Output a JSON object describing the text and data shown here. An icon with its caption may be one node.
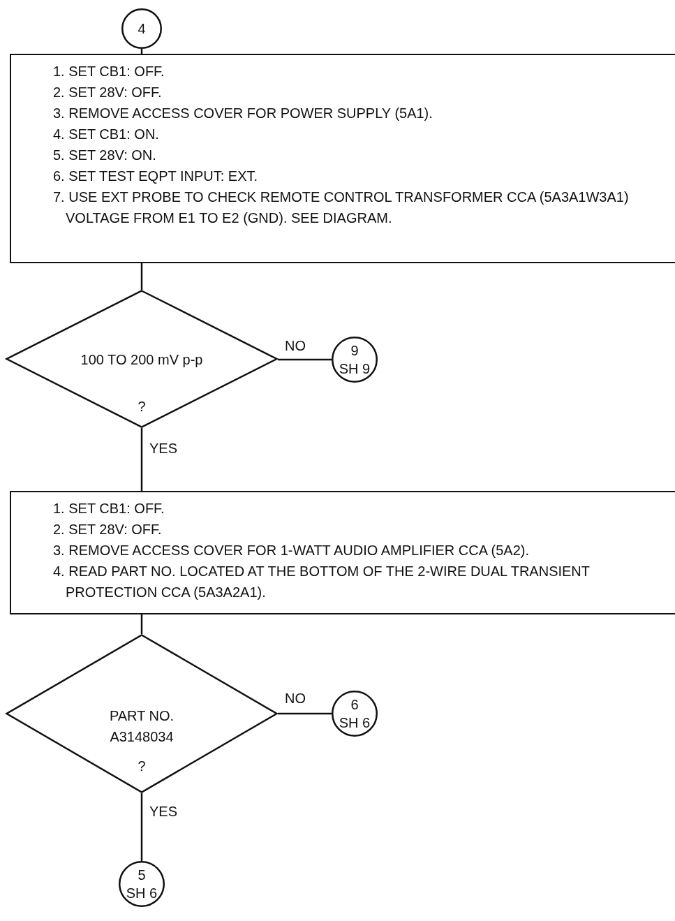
{
  "diagram": {
    "nodes": [
      {
        "text": [
          "4"
        ]
      },
      {
        "text": [
          "1. SET CB1:  OFF.",
          "2. SET 28V:  OFF.",
          "3. REMOVE ACCESS COVER FOR POWER SUPPLY (5A1).",
          "4. SET CB1:  ON.",
          "5. SET 28V:  ON.",
          "6. SET TEST EQPT INPUT:  EXT.",
          "7. USE EXT PROBE TO CHECK REMOTE CONTROL TRANSFORMER CCA (5A3A1W3A1) VOLTAGE FROM E1 TO E2 (GND). SEE DIAGRAM."
        ]
      },
      {
        "text": [
          "100 TO 200 mV p-p",
          "?"
        ]
      },
      {
        "text": [
          "9",
          "SH 9"
        ]
      },
      {
        "text": [
          "1. SET CB1:  OFF.",
          "2. SET 28V:  OFF.",
          "3. REMOVE ACCESS COVER FOR 1-WATT AUDIO AMPLIFIER CCA (5A2).",
          "4. READ PART NO. LOCATED AT THE BOTTOM OF THE 2-WIRE DUAL TRANSIENT PROTECTION CCA (5A3A2A1)."
        ]
      },
      {
        "text": [
          "PART NO. A3148034",
          "?"
        ]
      },
      {
        "text": [
          "6",
          "SH 6"
        ]
      },
      {
        "text": [
          "5",
          "SH 6"
        ]
      }
    ],
    "edges": [
      {
        "from": 0,
        "to": 1,
        "arrow": "none"
      },
      {
        "from": 1,
        "to": 2,
        "arrow": "none"
      },
      {
        "from": 2,
        "to": 3,
        "arrow": "none",
        "label": "NO"
      },
      {
        "from": 2,
        "to": 4,
        "arrow": "none",
        "label": "YES"
      },
      {
        "from": 4,
        "to": 5,
        "arrow": "none"
      },
      {
        "from": 5,
        "to": 6,
        "arrow": "none",
        "label": "NO"
      },
      {
        "from": 5,
        "to": 7,
        "arrow": "none",
        "label": "YES"
      }
    ]
  }
}
